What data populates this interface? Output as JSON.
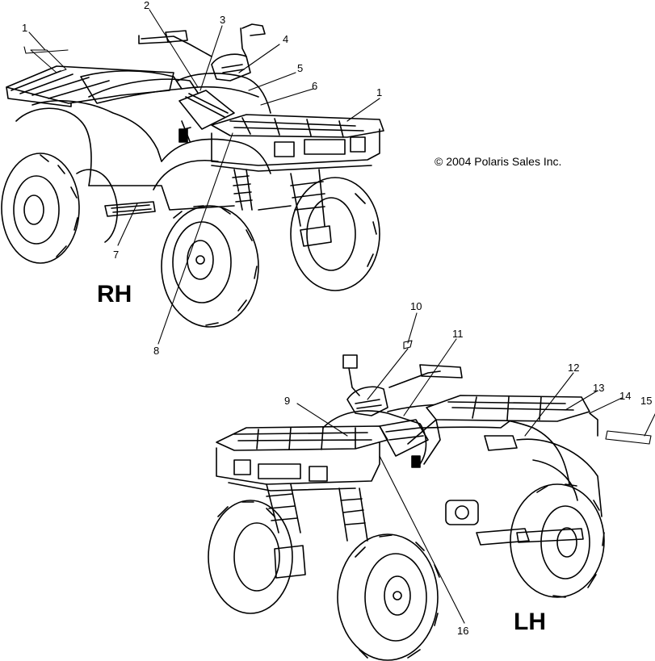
{
  "copyright": "© 2004 Polaris Sales Inc.",
  "views": [
    {
      "label": "RH"
    },
    {
      "label": "LH"
    }
  ],
  "callouts": [
    "1",
    "2",
    "3",
    "4",
    "5",
    "6",
    "1",
    "7",
    "8",
    "10",
    "11",
    "9",
    "12",
    "13",
    "14",
    "15",
    "16"
  ]
}
